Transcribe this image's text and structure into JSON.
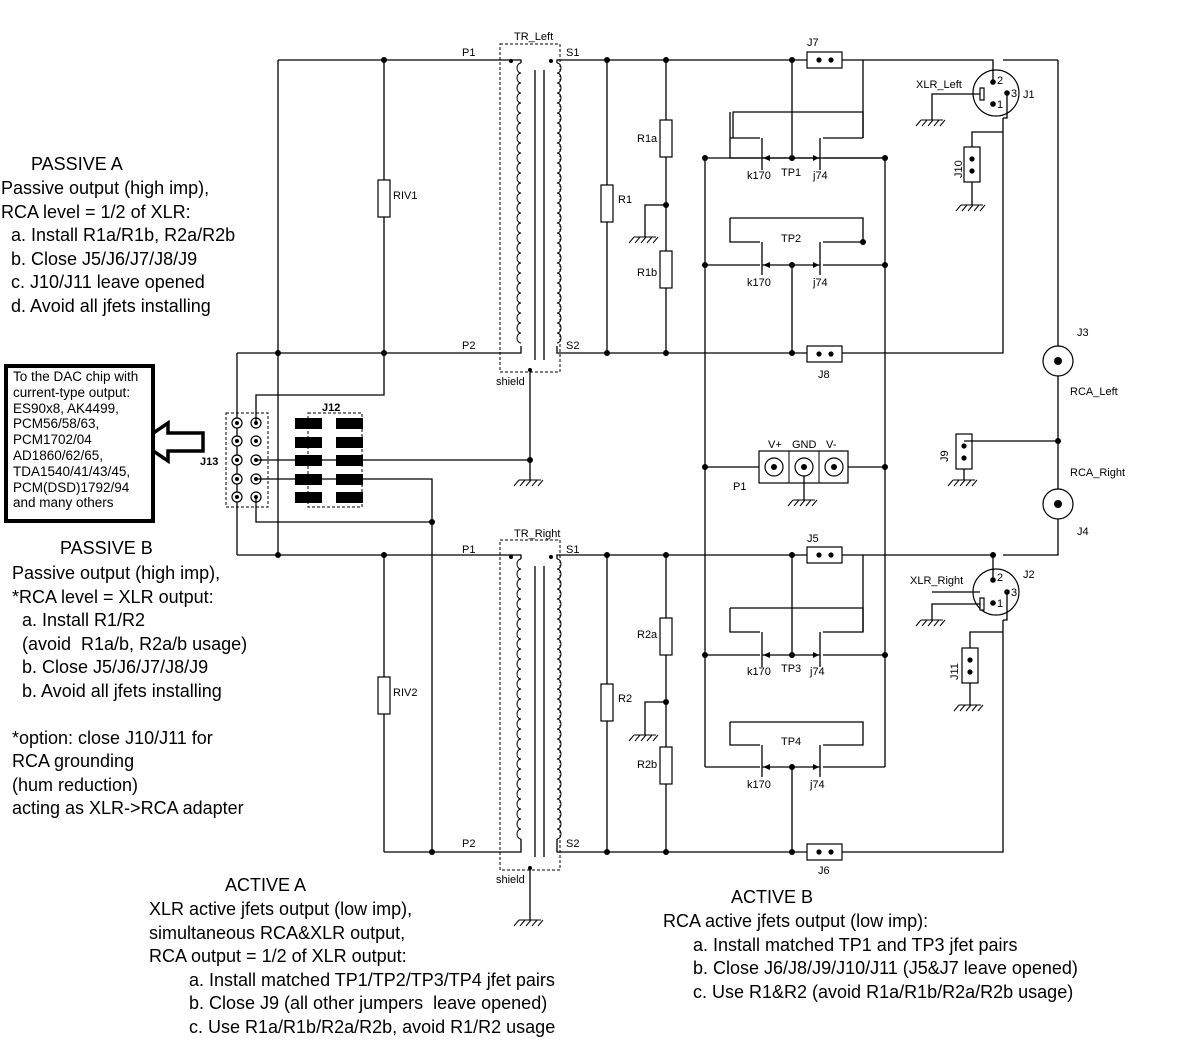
{
  "notes": {
    "passive_a": {
      "title": "PASSIVE A",
      "lines": "Passive output (high imp),\nRCA level = 1/2 of XLR:\n  a. Install R1a/R1b, R2a/R2b\n  b. Close J5/J6/J7/J8/J9\n  c. J10/J11 leave opened\n  d. Avoid all jfets installing"
    },
    "passive_b": {
      "title": "PASSIVE B",
      "lines": "Passive output (high imp),\n*RCA level = XLR output:\n  a. Install R1/R2\n  (avoid  R1a/b, R2a/b usage)\n  b. Close J5/J6/J7/J8/J9\n  b. Avoid all jfets installing\n\n*option: close J10/J11 for\nRCA grounding\n(hum reduction)\nacting as XLR->RCA adapter"
    },
    "active_a": {
      "title": "ACTIVE A",
      "lines": "XLR active jfets output (low imp),\nsimultaneous RCA&XLR output,\nRCA output = 1/2 of XLR output:\n        a. Install matched TP1/TP2/TP3/TP4 jfet pairs\n        b. Close J9 (all other jumpers  leave opened)\n        c. Use R1a/R1b/R2a/R2b, avoid R1/R2 usage"
    },
    "active_b": {
      "title": "ACTIVE B",
      "lines": "RCA active jfets output (low imp):\n      a. Install matched TP1 and TP3 jfet pairs\n      b. Close J6/J8/J9/J10/J11 (J5&J7 leave opened)\n      c. Use R1&R2 (avoid R1a/R1b/R2a/R2b usage)"
    }
  },
  "dac_box": {
    "text": "To the DAC chip with\ncurrent-type output:\nES90x8, AK4499,\nPCM56/58/63,\nPCM1702/04\nAD1860/62/65,\nTDA1540/41/43/45,\nPCM(DSD)1792/94\nand many others"
  },
  "labels": {
    "tr_left": "TR_Left",
    "tr_right": "TR_Right",
    "p1": "P1",
    "p2": "P2",
    "s1": "S1",
    "s2": "S2",
    "shield": "shield",
    "riv1": "RIV1",
    "riv2": "RIV2",
    "r1": "R1",
    "r2": "R2",
    "r1a": "R1a",
    "r1b": "R1b",
    "r2a": "R2a",
    "r2b": "R2b",
    "j1": "J1",
    "j2": "J2",
    "j3": "J3",
    "j4": "J4",
    "j5": "J5",
    "j6": "J6",
    "j7": "J7",
    "j8": "J8",
    "j9": "J9",
    "j10": "J10",
    "j11": "J11",
    "j12": "J12",
    "j13": "J13",
    "xlr_left": "XLR_Left",
    "xlr_right": "XLR_Right",
    "rca_left": "RCA_Left",
    "rca_right": "RCA_Right",
    "tp1": "TP1",
    "tp2": "TP2",
    "tp3": "TP3",
    "tp4": "TP4",
    "k170": "k170",
    "j74": "j74",
    "vplus": "V+",
    "gnd": "GND",
    "vminus": "V-",
    "p1_conn": "P1",
    "pin1": "1",
    "pin2": "2",
    "pin3": "3"
  }
}
